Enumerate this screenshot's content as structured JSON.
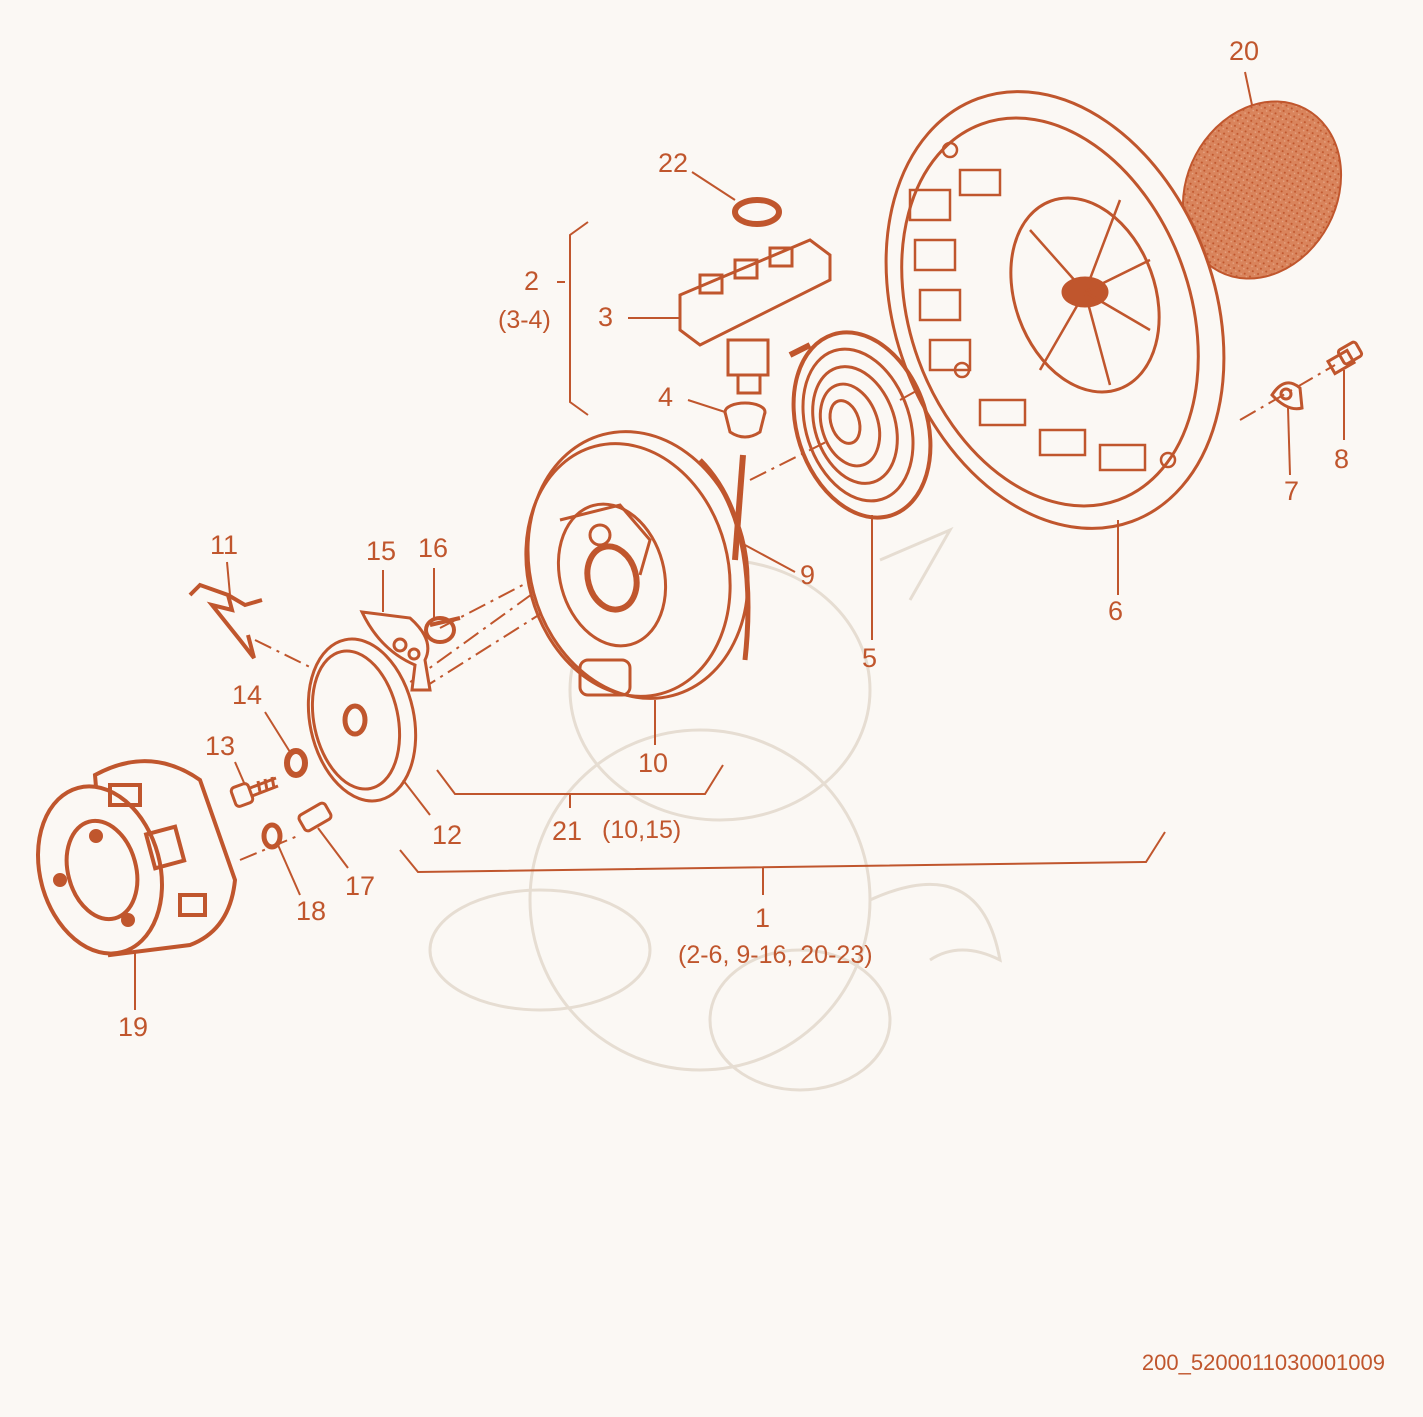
{
  "colors": {
    "ink": "#c0562d",
    "background": "#fbf8f4",
    "watermark": "#e9e1d8"
  },
  "callouts": {
    "c1": "1",
    "c1_sub": "(2-6, 9-16, 20-23)",
    "c2": "2",
    "c2_sub": "(3-4)",
    "c3": "3",
    "c4": "4",
    "c5": "5",
    "c6": "6",
    "c7": "7",
    "c8": "8",
    "c9": "9",
    "c10": "10",
    "c11": "11",
    "c12": "12",
    "c13": "13",
    "c14": "14",
    "c15": "15",
    "c16": "16",
    "c17": "17",
    "c18": "18",
    "c19": "19",
    "c20": "20",
    "c21": "21",
    "c21_sub": "(10,15)",
    "c22": "22"
  },
  "document_id": "200_5200011030001009"
}
